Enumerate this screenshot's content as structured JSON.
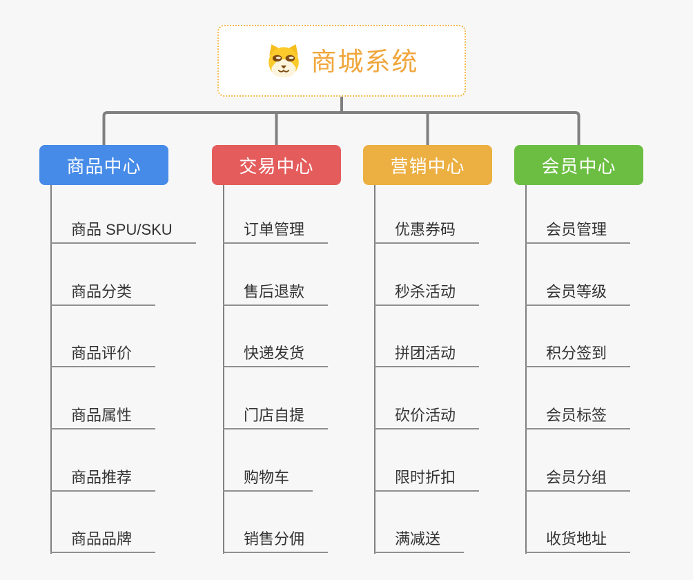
{
  "canvas": {
    "colors": {
      "bg": "#f7f7f7",
      "connector": "#808080",
      "underline": "#8f8f8f",
      "leaf-text": "#333333"
    }
  },
  "root": {
    "title": "商城系统",
    "icon": "dog-face-icon",
    "text_color": "#f0a63c",
    "border_color": "#f5b94f",
    "bg_color": "#ffffff"
  },
  "branches": [
    {
      "label": "商品中心",
      "color": "#478be8",
      "children": [
        "商品 SPU/SKU",
        "商品分类",
        "商品评价",
        "商品属性",
        "商品推荐",
        "商品品牌"
      ]
    },
    {
      "label": "交易中心",
      "color": "#e45c5c",
      "children": [
        "订单管理",
        "售后退款",
        "快递发货",
        "门店自提",
        "购物车",
        "销售分佣"
      ]
    },
    {
      "label": "营销中心",
      "color": "#ecaf41",
      "children": [
        "优惠券码",
        "秒杀活动",
        "拼团活动",
        "砍价活动",
        "限时折扣",
        "满减送"
      ]
    },
    {
      "label": "会员中心",
      "color": "#6cbe43",
      "children": [
        "会员管理",
        "会员等级",
        "积分签到",
        "会员标签",
        "会员分组",
        "收货地址"
      ]
    }
  ]
}
